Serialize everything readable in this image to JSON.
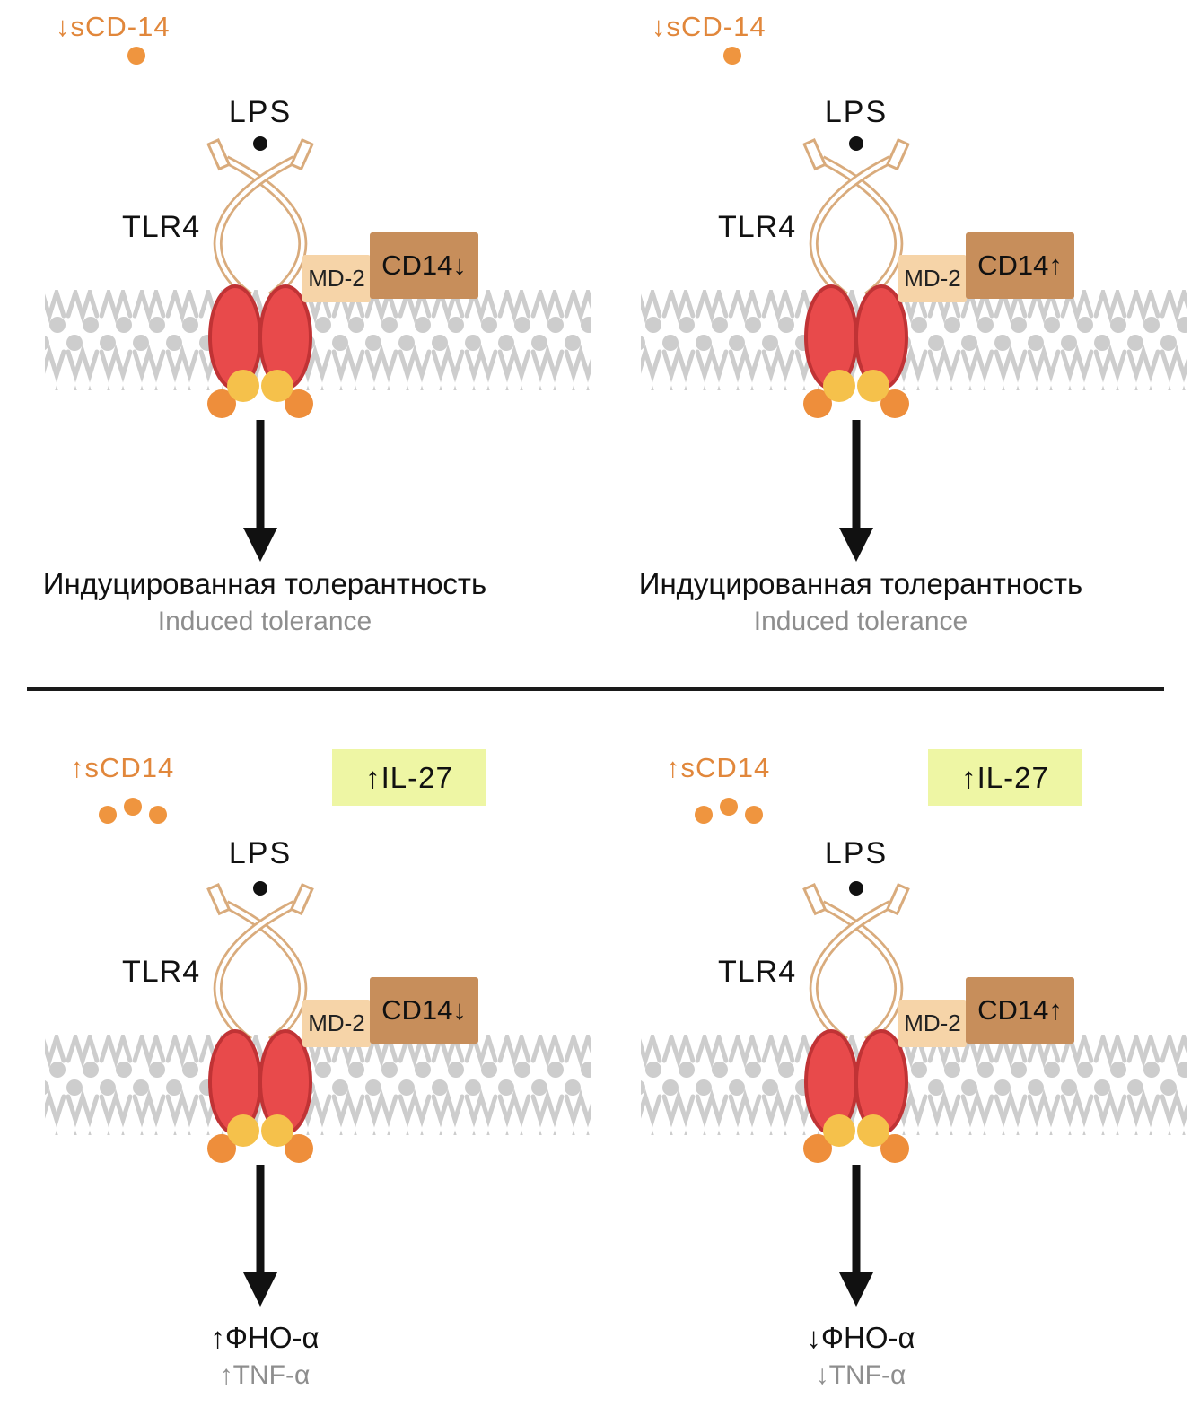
{
  "panels": [
    {
      "scd_label": "↓sCD-14",
      "scd_dots": 1,
      "lps_label": "LPS",
      "tlr4_label": "TLR4",
      "md2_label": "MD-2",
      "cd14_label": "CD14↓",
      "result_primary": "Индуцированная толерантность",
      "result_secondary": "Induced tolerance"
    },
    {
      "scd_label": "↓sCD-14",
      "scd_dots": 1,
      "lps_label": "LPS",
      "tlr4_label": "TLR4",
      "md2_label": "MD-2",
      "cd14_label": "CD14↑",
      "result_primary": "Индуцированная толерантность",
      "result_secondary": "Induced tolerance"
    },
    {
      "scd_label": "↑sCD14",
      "scd_dots": 3,
      "il27_label": "↑IL-27",
      "lps_label": "LPS",
      "tlr4_label": "TLR4",
      "md2_label": "MD-2",
      "cd14_label": "CD14↓",
      "result_primary": "↑ФНО-α",
      "result_secondary": "↑TNF-α"
    },
    {
      "scd_label": "↑sCD14",
      "scd_dots": 3,
      "il27_label": "↑IL-27",
      "lps_label": "LPS",
      "tlr4_label": "TLR4",
      "md2_label": "MD-2",
      "cd14_label": "CD14↑",
      "result_primary": "↓ФНО-α",
      "result_secondary": "↓TNF-α"
    }
  ],
  "colors": {
    "scd_orange": "#e1873b",
    "dot_orange": "#ef953f",
    "md2_box": "#f6d4a8",
    "cd14_box": "#c78e5b",
    "il27_box": "#eef6a4",
    "receptor_outline_tan": "#d9ab7c",
    "transmembrane_red": "#e84a4b",
    "transmembrane_red_stroke": "#c03335",
    "tir_yellow": "#f5c14b",
    "tir_orange": "#ee8e3b",
    "membrane_gray": "#cdcdcd",
    "secondary_text_gray": "#8e8e8e",
    "text_black": "#111111"
  }
}
